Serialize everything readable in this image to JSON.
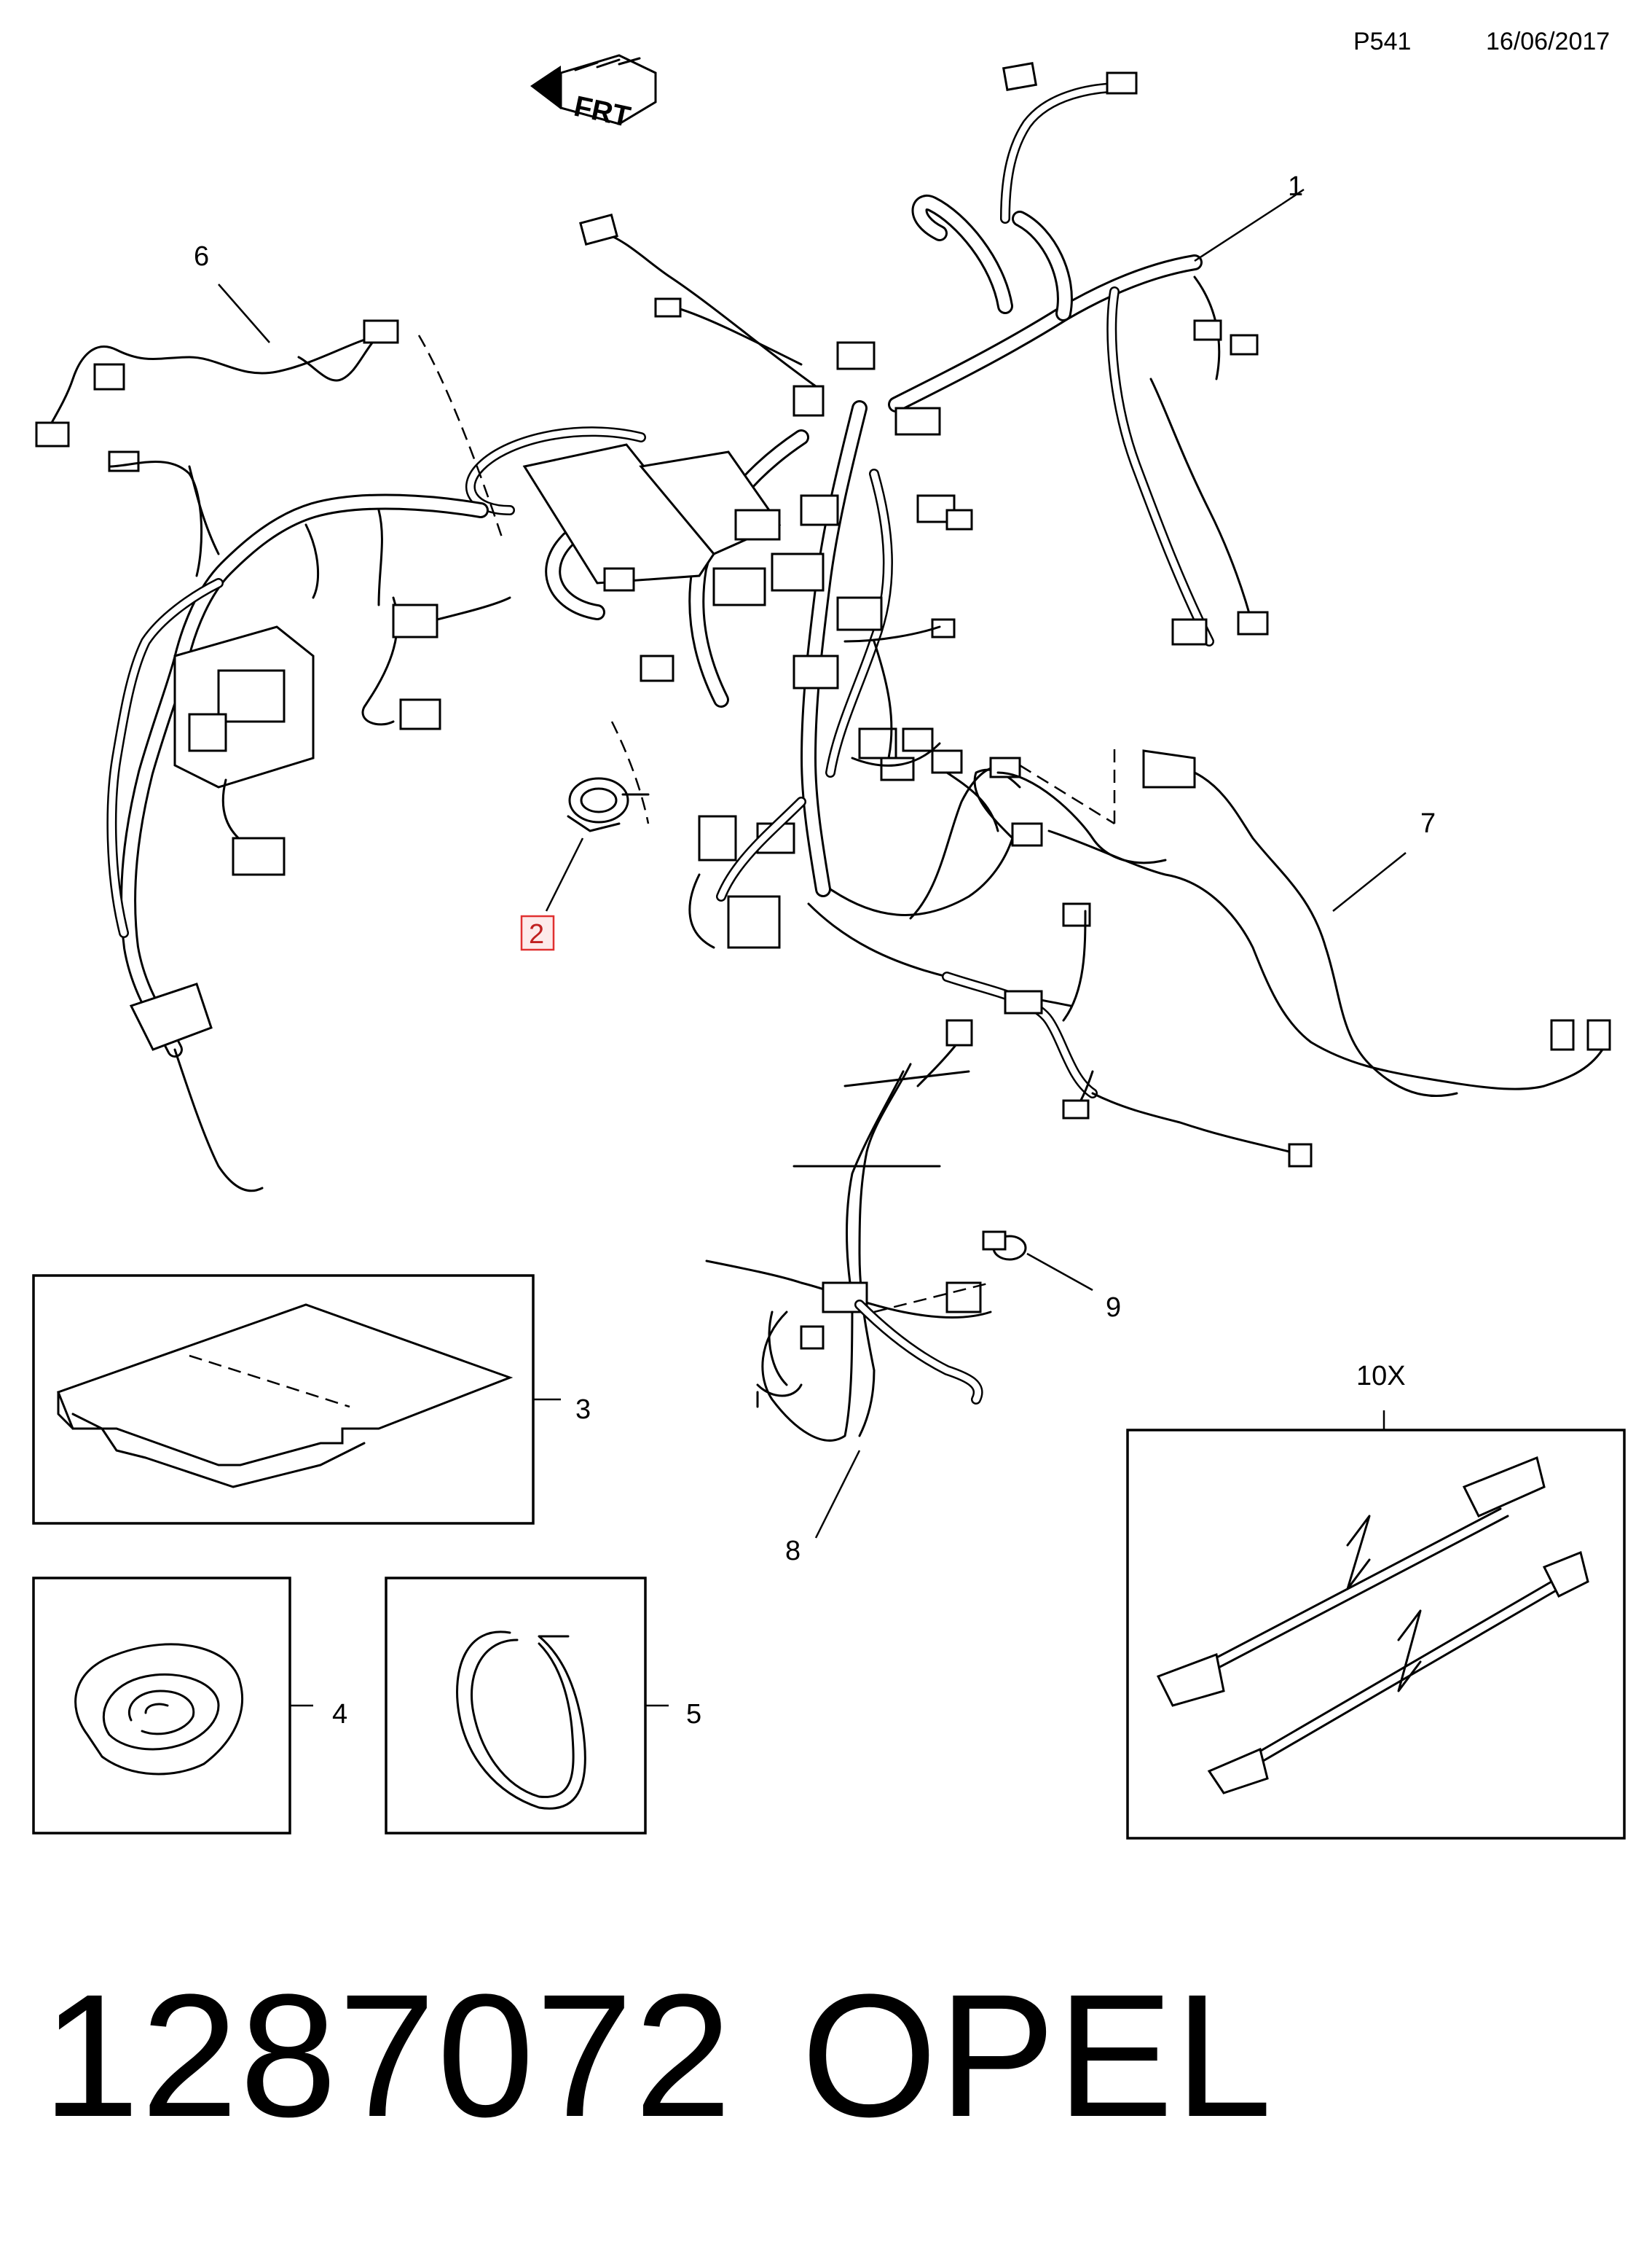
{
  "header": {
    "code": "P541",
    "date": "16/06/2017"
  },
  "front_arrow": {
    "text": "FRT"
  },
  "callouts": [
    {
      "id": "1",
      "text": "1"
    },
    {
      "id": "2",
      "text": "2",
      "highlighted": true,
      "highlight_color": "#e03030"
    },
    {
      "id": "3",
      "text": "3"
    },
    {
      "id": "4",
      "text": "4"
    },
    {
      "id": "5",
      "text": "5"
    },
    {
      "id": "6",
      "text": "6"
    },
    {
      "id": "7",
      "text": "7"
    },
    {
      "id": "8",
      "text": "8"
    },
    {
      "id": "9",
      "text": "9"
    },
    {
      "id": "10X",
      "text": "10X"
    }
  ],
  "footer": {
    "part_number": "1287072",
    "brand": "OPEL"
  },
  "colors": {
    "ink": "#000000",
    "paper": "#ffffff",
    "highlight": "#e03030",
    "highlight_fill": "#fdeaea"
  }
}
